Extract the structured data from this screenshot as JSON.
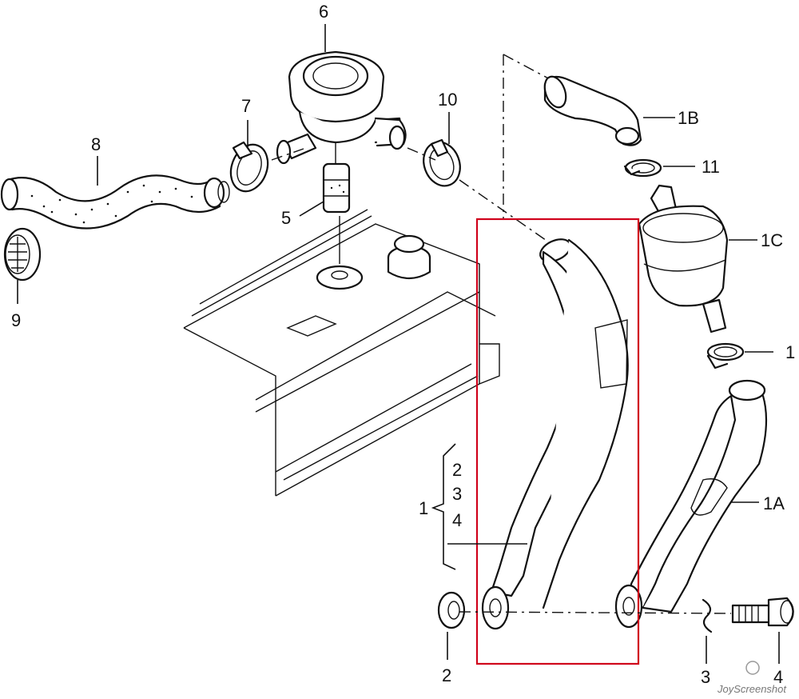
{
  "diagram": {
    "highlight_color": "#d0021b",
    "labels": {
      "p1": "1",
      "p1a": "1A",
      "p1b": "1B",
      "p1c": "1C",
      "p1_right": "1",
      "p2": "2",
      "p2_bottom": "2",
      "p3": "3",
      "p3_bottom": "3",
      "p4": "4",
      "p4_bottom": "4",
      "p5": "5",
      "p6": "6",
      "p7": "7",
      "p8": "8",
      "p9": "9",
      "p10": "10",
      "p11": "11"
    },
    "watermark": "JoyScreenshot"
  }
}
